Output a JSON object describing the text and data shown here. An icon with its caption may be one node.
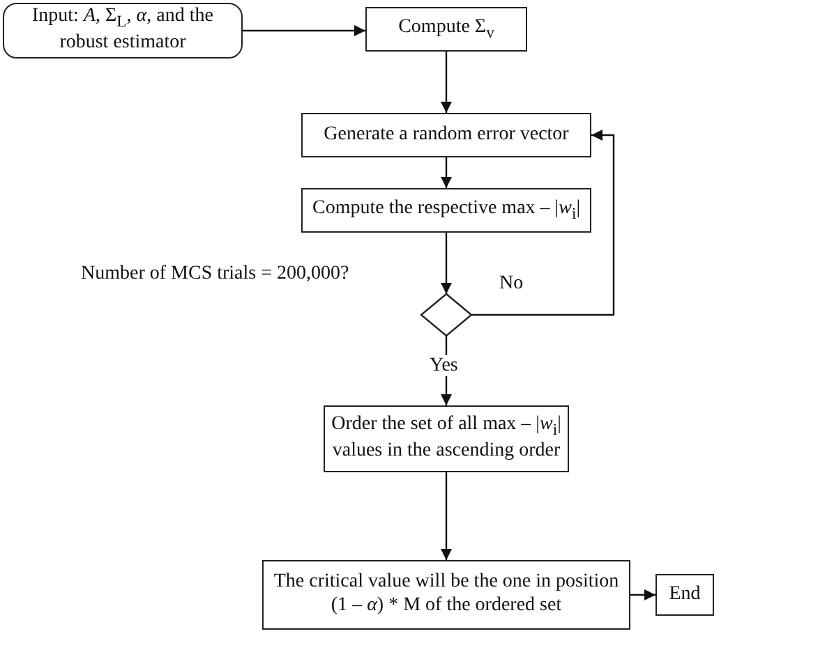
{
  "diagram": {
    "nodes": [
      {
        "text": [
          "Input: *A*, Σ$_{L}$, *α*, and the robust estimator"
        ]
      },
      {
        "text": [
          "Compute Σ$_{v}$"
        ]
      },
      {
        "text": [
          "Generate a random error vector"
        ]
      },
      {
        "text": [
          "Compute the respective max – |*w*$_{i}$|"
        ]
      },
      {
        "text": [],
        "shape": "diamond"
      },
      {
        "text": [
          "Order the set of all max – |*w*$_{i}$| values in the ascending order"
        ]
      },
      {
        "text": [
          "The critical value will be the one in position (1 – *α*) * M of the ordered set"
        ]
      },
      {
        "text": [
          "End"
        ]
      }
    ],
    "edges": [
      {
        "from": 0,
        "to": 1,
        "arrow": "to"
      },
      {
        "from": 1,
        "to": 2,
        "arrow": "to"
      },
      {
        "from": 2,
        "to": 3,
        "arrow": "to"
      },
      {
        "from": 3,
        "to": 4,
        "arrow": "to"
      },
      {
        "from": 4,
        "to": 2,
        "arrow": "to",
        "label": "No"
      },
      {
        "from": 4,
        "to": 5,
        "arrow": "to",
        "label": "Yes"
      },
      {
        "from": 5,
        "to": 6,
        "arrow": "to"
      },
      {
        "from": 6,
        "to": 7,
        "arrow": "to"
      }
    ],
    "labels": [
      "Number of MCS trials = 200,000?"
    ]
  }
}
